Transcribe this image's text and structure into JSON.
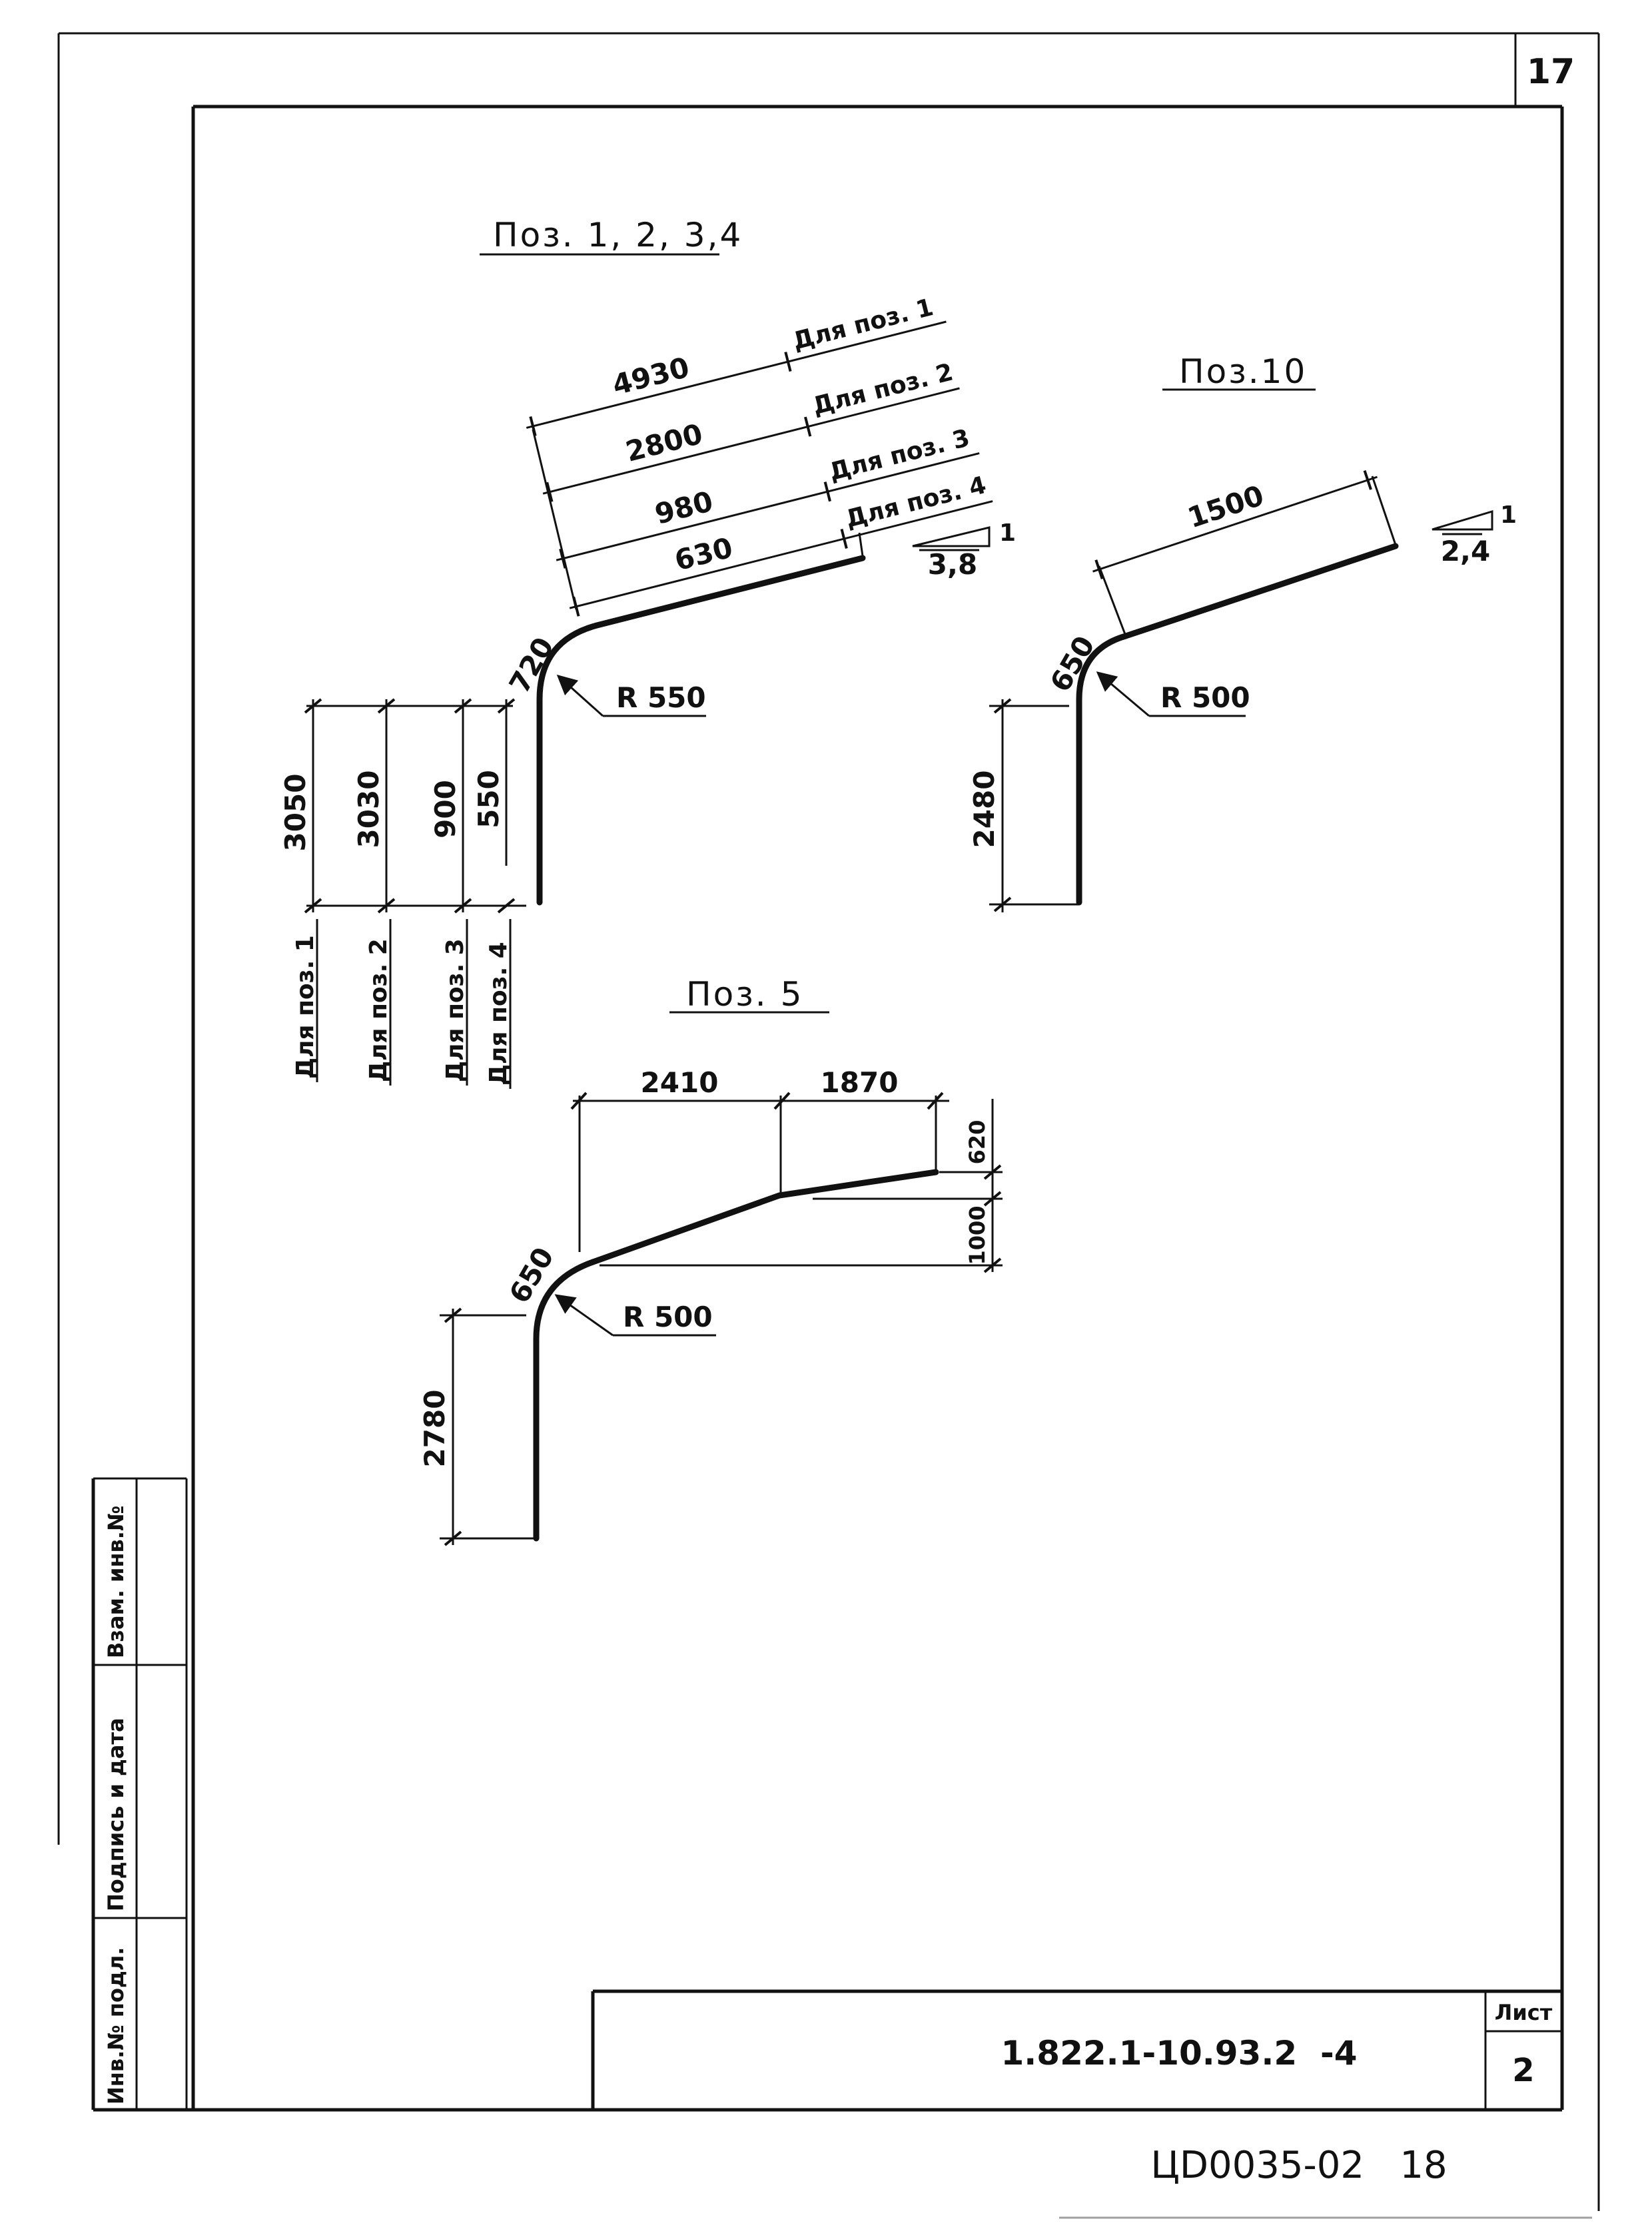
{
  "sheet_number_top": "17",
  "positions": {
    "pos1234": {
      "title": "Поз. 1, 2, 3,4",
      "slope_dims": [
        "4930",
        "2800",
        "980",
        "630"
      ],
      "slope_labels": [
        "Для поз. 1",
        "Для поз. 2",
        "Для поз. 3",
        "Для поз. 4"
      ],
      "slope_ratio": "3,8",
      "slope_ratio_one": "1",
      "bend_arc": "720",
      "radius": "R 550",
      "vertical_dims": [
        "3050",
        "3030",
        "900",
        "550"
      ],
      "vertical_labels": [
        "Для поз. 1",
        "Для поз. 2",
        "Для поз. 3",
        "Для поз. 4"
      ]
    },
    "pos10": {
      "title": "Поз.10",
      "slope_dim": "1500",
      "slope_ratio": "2,4",
      "slope_ratio_one": "1",
      "bend_arc": "650",
      "radius": "R 500",
      "vertical_dim": "2480"
    },
    "pos5": {
      "title": "Поз. 5",
      "horiz_dims": [
        "2410",
        "1870"
      ],
      "rise_dims": [
        "620",
        "1000"
      ],
      "bend_arc": "650",
      "radius": "R 500",
      "vertical_dim": "2780"
    }
  },
  "stamp": {
    "side_cells": [
      "Инв.№ подл.",
      "Подпись и дата",
      "Взам. инв.№"
    ],
    "doc_code": "1.822.1-10.93.2  -4",
    "sheet_label": "Лист",
    "sheet_value": "2"
  },
  "footer_code": "ЦD0035-02   18"
}
